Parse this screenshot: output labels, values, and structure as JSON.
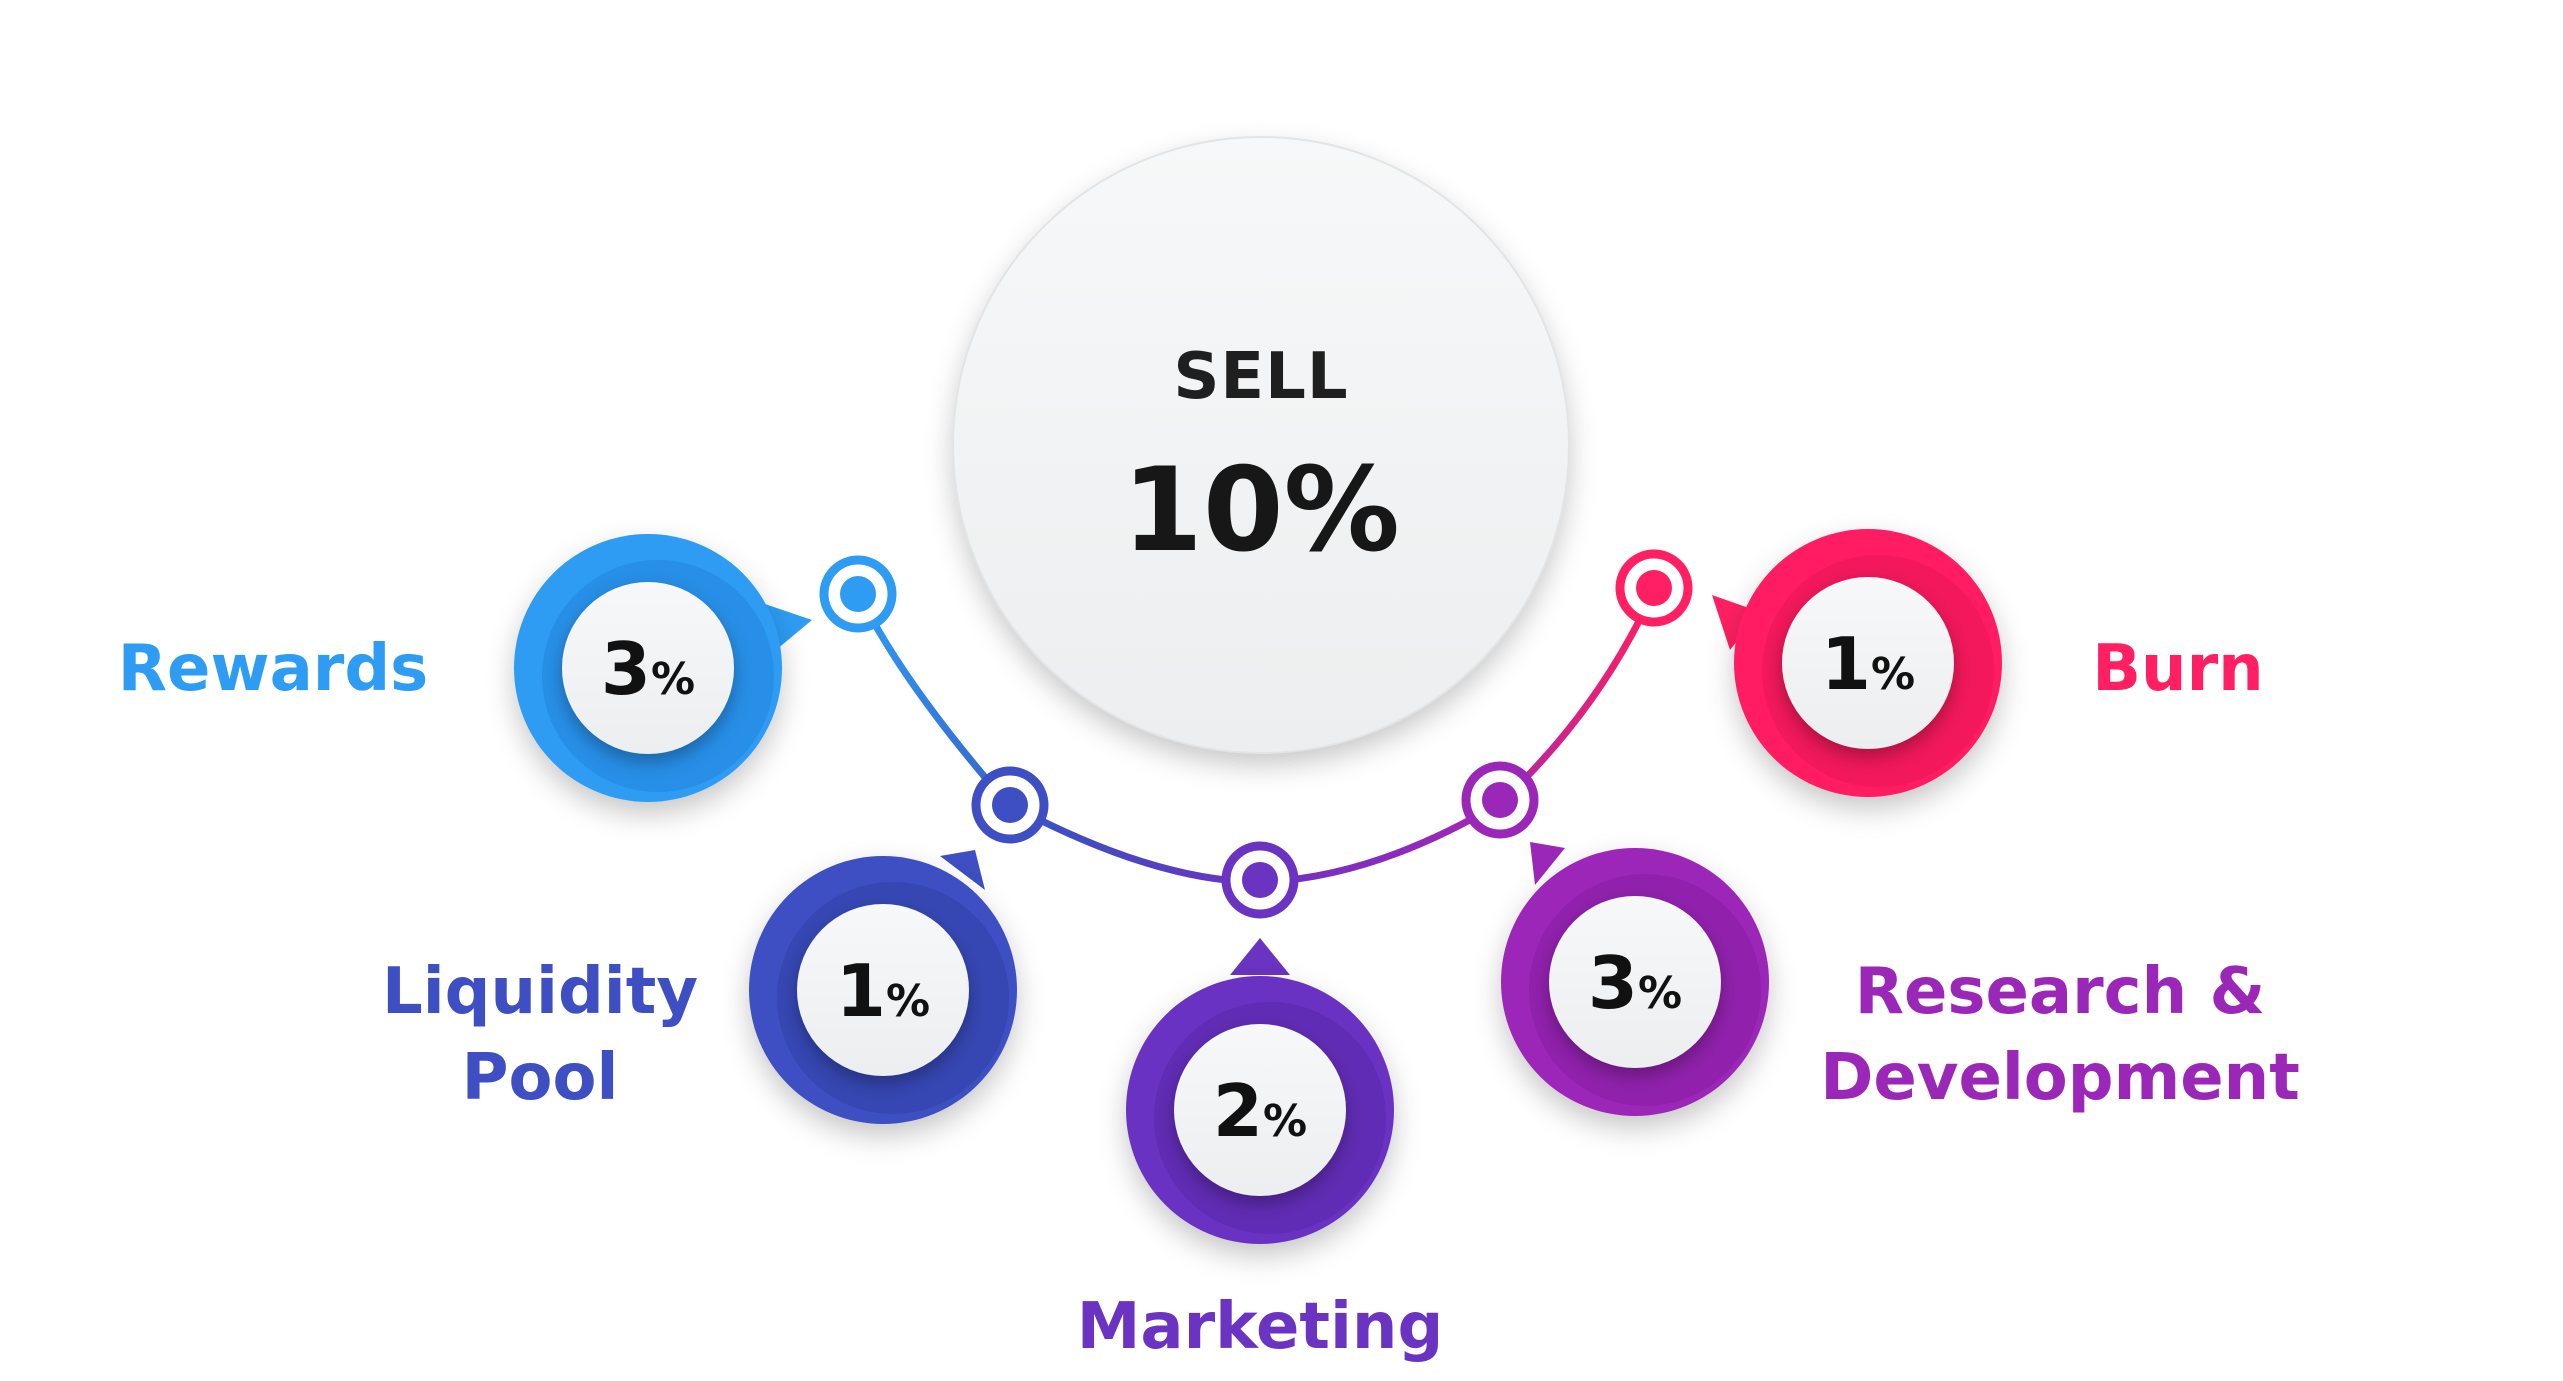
{
  "center": {
    "title": "SELL",
    "value": "10%"
  },
  "items": [
    {
      "key": "rewards",
      "value": "3",
      "unit": "%",
      "label_lines": [
        "Rewards"
      ],
      "color": "#2d9cf2",
      "color_dark": "#1b78d6"
    },
    {
      "key": "liquidity-pool",
      "value": "1",
      "unit": "%",
      "label_lines": [
        "Liquidity",
        "Pool"
      ],
      "color": "#3d4fc2",
      "color_dark": "#2c3a9c"
    },
    {
      "key": "marketing",
      "value": "2",
      "unit": "%",
      "label_lines": [
        "Marketing"
      ],
      "color": "#6a33c2",
      "color_dark": "#4f229e"
    },
    {
      "key": "research-development",
      "value": "3",
      "unit": "%",
      "label_lines": [
        "Research &",
        "Development"
      ],
      "color": "#9b27b8",
      "color_dark": "#7d1a99"
    },
    {
      "key": "burn",
      "value": "1",
      "unit": "%",
      "label_lines": [
        "Burn"
      ],
      "color": "#ff1f62",
      "color_dark": "#d91050"
    }
  ]
}
